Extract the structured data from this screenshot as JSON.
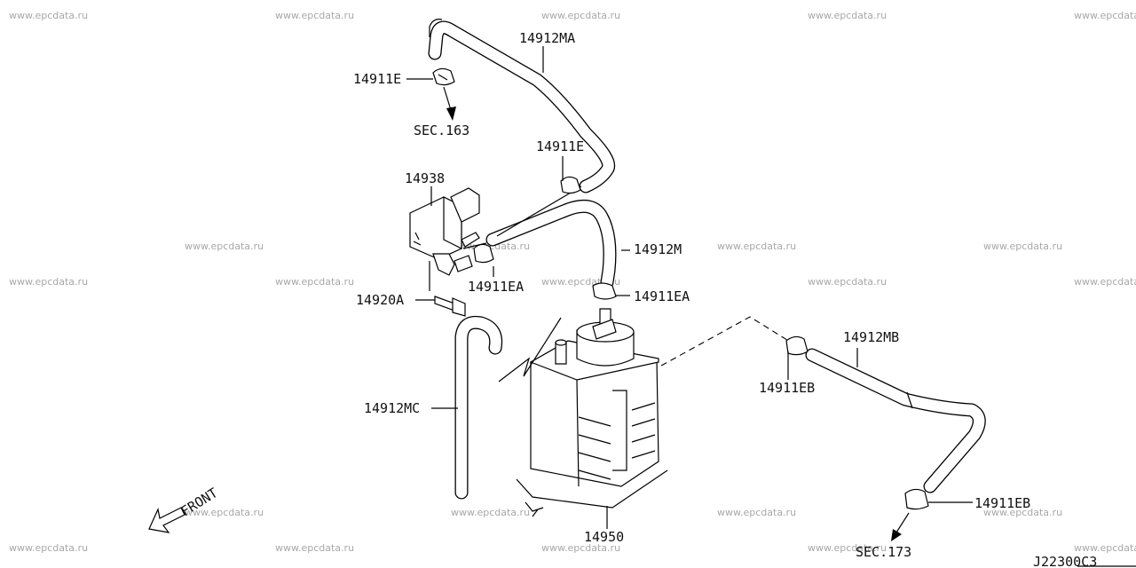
{
  "watermark": "www.epcdata.ru",
  "labels": {
    "hose_ma": "14912MA",
    "clamp_e_top": "14911E",
    "sec_163": "SEC.163",
    "clamp_e_mid": "14911E",
    "valve": "14938",
    "hose_m": "14912M",
    "clamp_ea_left": "14911EA",
    "clamp_ea_right": "14911EA",
    "bolt": "14920A",
    "hose_mb": "14912MB",
    "clamp_eb_top": "14911EB",
    "hose_mc": "14912MC",
    "canister": "14950",
    "clamp_eb_bottom": "14911EB",
    "sec_173": "SEC.173",
    "front": "FRONT",
    "diagram_code": "J22300C3"
  }
}
